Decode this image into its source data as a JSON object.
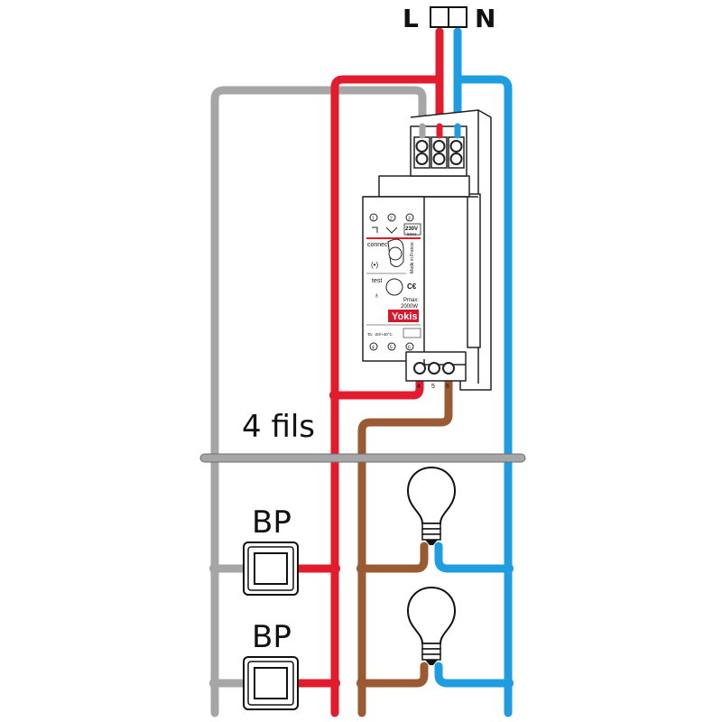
{
  "supply": {
    "line_label": "L",
    "neutral_label": "N"
  },
  "cable_label": "4 fils",
  "push_buttons": [
    {
      "label": "BP"
    },
    {
      "label": "BP"
    }
  ],
  "module": {
    "brand": "Yokis",
    "voltage": "230V",
    "frequency": "50Hz",
    "connect_label": "connect",
    "test_label": "test",
    "made_in": "Made in France",
    "power_label": "Pmax:",
    "power_value": "2000W",
    "temp_note": "Ta: -20/+40°C",
    "top_terminal_numbers": [
      "1",
      "2",
      "3"
    ],
    "bottom_terminal_numbers": [
      "4",
      "5",
      "6"
    ],
    "face_top_numbers": [
      "1",
      "2",
      "3"
    ],
    "face_bottom_numbers": [
      "4",
      "5",
      "6"
    ]
  },
  "colors": {
    "line": "#e21b2d",
    "neutral": "#1e9ee0",
    "switched": "#9a5b34",
    "return": "#a6a6a6",
    "module_body": "#ffffff",
    "module_stroke": "#222222",
    "brand": "#d7172c"
  }
}
